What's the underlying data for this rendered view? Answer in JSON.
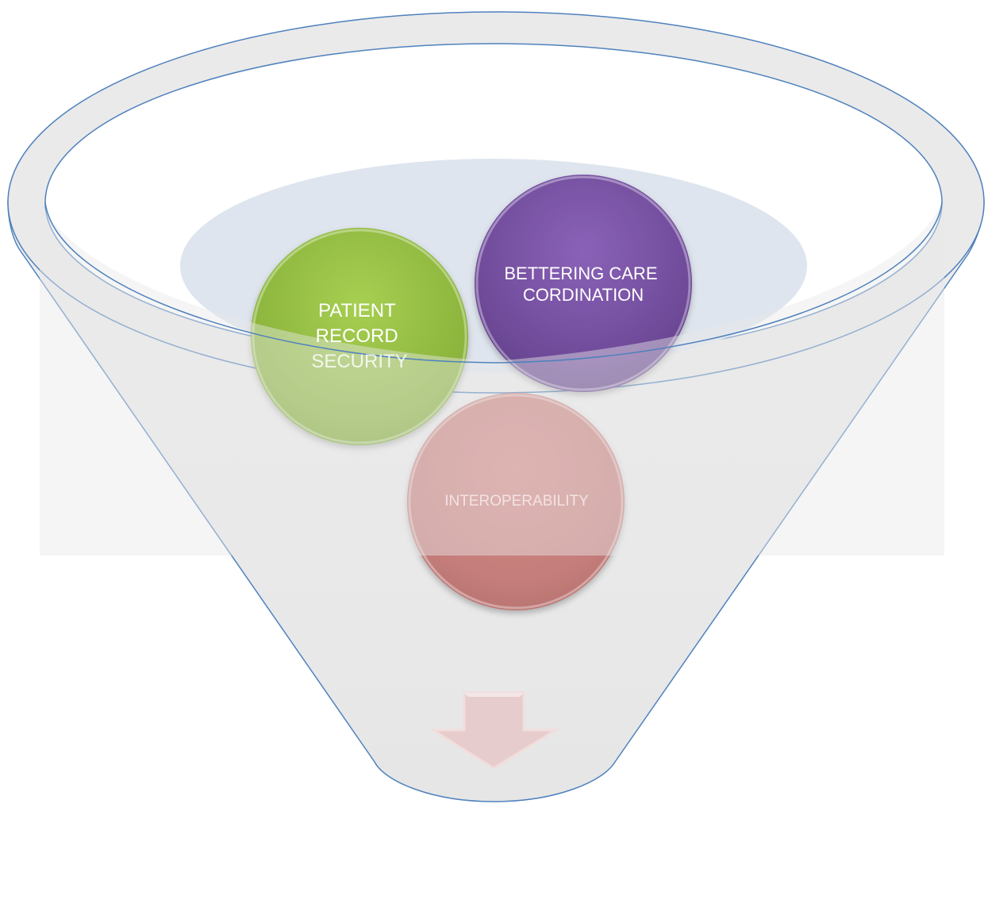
{
  "diagram": {
    "type": "funnel",
    "circles": [
      {
        "id": "bettering-care-cordination",
        "lines": [
          "BETTERING CARE",
          "CORDINATION"
        ],
        "color": "#7b55a3"
      },
      {
        "id": "patient-record-security",
        "lines": [
          "PATIENT",
          "RECORD",
          "SECURITY"
        ],
        "color": "#8fb63f"
      },
      {
        "id": "interoperability",
        "lines": [
          "INTEROPERABILITY"
        ],
        "color": "#c97a78"
      }
    ],
    "output_arrow": {
      "icon": "down-arrow-icon",
      "color": "#e6cccc"
    },
    "colors": {
      "funnel_fill": "#ececec",
      "funnel_stroke": "#4f81bd",
      "inner_ellipse": "#dfe5ee"
    }
  }
}
